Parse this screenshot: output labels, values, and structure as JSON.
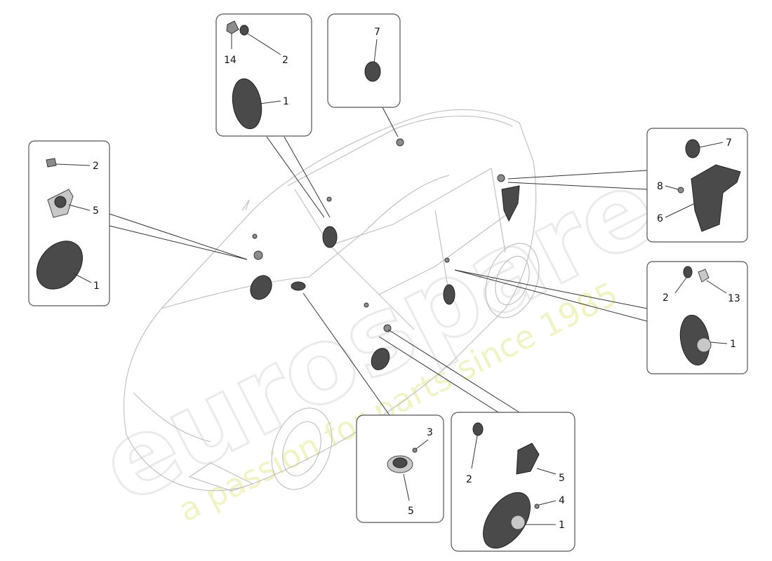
{
  "diagram": {
    "watermark": {
      "brand": "eurospares",
      "tagline": "a passion for parts since 1985"
    },
    "callouts": {
      "box_left": [
        "2",
        "5",
        "1"
      ],
      "box_top_left": [
        "14",
        "2",
        "1"
      ],
      "box_top": [
        "7"
      ],
      "box_right_top": [
        "7",
        "8",
        "6"
      ],
      "box_right_mid": [
        "2",
        "13",
        "1"
      ],
      "box_bottom_mid": [
        "3",
        "5"
      ],
      "box_bottom_right": [
        "2",
        "5",
        "4",
        "1"
      ]
    },
    "colors": {
      "frame": "#555555",
      "car_outline": "#bdbdbd",
      "part_dark": "#4a4a4a",
      "watermark_yellow": "#e8e89a"
    }
  }
}
